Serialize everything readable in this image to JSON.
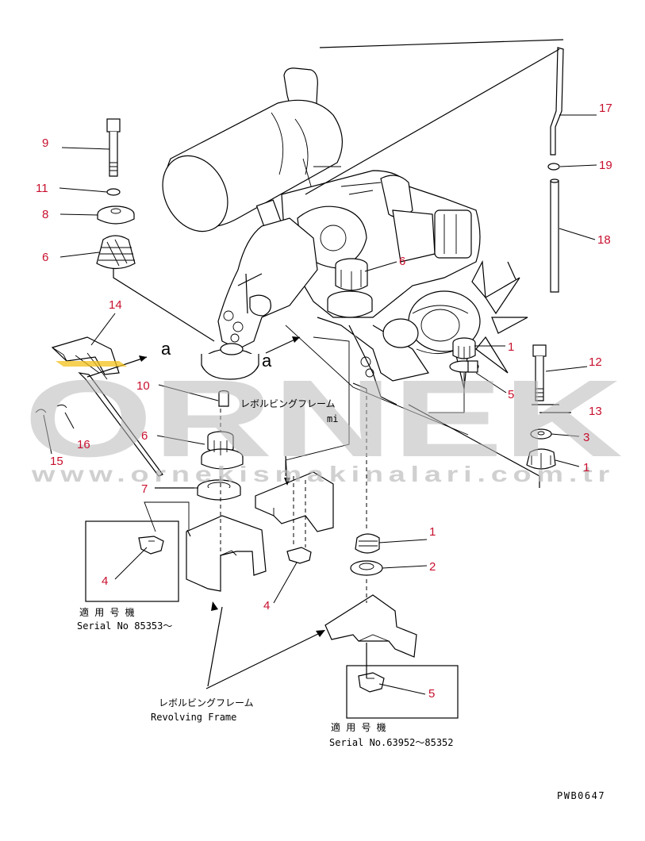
{
  "watermark": {
    "brand": "ORNEK",
    "url": "www.ornekismakinalari.com.tr",
    "accent": "#f3c21a"
  },
  "drawing_code": "PWB0647",
  "callout_color": "#c8102e",
  "callouts": {
    "n17": "17",
    "n19": "19",
    "n18": "18",
    "n9": "9",
    "n11": "11",
    "n8": "8",
    "n6a": "6",
    "n6b": "6",
    "n14": "14",
    "n1a": "1",
    "n5a": "5",
    "n12": "12",
    "n13": "13",
    "n3": "3",
    "n1b": "1",
    "n10": "10",
    "n6c": "6",
    "n16": "16",
    "n15": "15",
    "n7": "7",
    "n4a": "4",
    "n1c": "1",
    "n2": "2",
    "n4b": "4",
    "n5b": "5"
  },
  "labels": {
    "a_small": "a",
    "a_large": "a",
    "frame_jp_mid": "レボルビングフレーム",
    "frame_en_mid": "mi",
    "frame_jp": "レボルビングフレーム",
    "frame_en": "Revolving Frame",
    "applic1_jp": "適 用 号 機",
    "applic1_en": "Serial No 85353〜",
    "applic2_jp": "適 用 号 機",
    "applic2_en": "Serial No.63952〜85352"
  }
}
